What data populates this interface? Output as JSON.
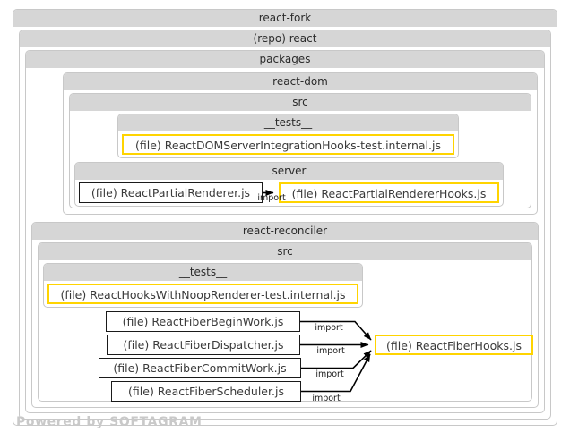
{
  "diagram": {
    "type": "dependency-graph",
    "watermark": "Powered by SOFTAGRAM",
    "edge_label": "import",
    "colors": {
      "group_header": "#d6d6d6",
      "group_border": "#c8c8c8",
      "highlight_border": "#ffd400",
      "plain_border": "#1a1a1a",
      "edge": "#000000",
      "watermark": "#c9c9c9"
    },
    "groups": [
      {
        "id": "react-fork",
        "label": "react-fork"
      },
      {
        "id": "repo-react",
        "label": "(repo) react"
      },
      {
        "id": "packages",
        "label": "packages"
      },
      {
        "id": "react-dom",
        "label": "react-dom"
      },
      {
        "id": "react-dom-src",
        "label": "src"
      },
      {
        "id": "react-dom-tests",
        "label": "__tests__"
      },
      {
        "id": "react-dom-server",
        "label": "server"
      },
      {
        "id": "react-reconciler",
        "label": "react-reconciler"
      },
      {
        "id": "reconciler-src",
        "label": "src"
      },
      {
        "id": "reconciler-tests",
        "label": "__tests__"
      }
    ],
    "nodes": [
      {
        "id": "n1",
        "label": "(file) ReactDOMServerIntegrationHooks-test.internal.js",
        "style": "highlight"
      },
      {
        "id": "n2",
        "label": "(file) ReactPartialRenderer.js",
        "style": "plain"
      },
      {
        "id": "n3",
        "label": "(file) ReactPartialRendererHooks.js",
        "style": "highlight"
      },
      {
        "id": "n4",
        "label": "(file) ReactHooksWithNoopRenderer-test.internal.js",
        "style": "highlight"
      },
      {
        "id": "n5",
        "label": "(file) ReactFiberBeginWork.js",
        "style": "plain"
      },
      {
        "id": "n6",
        "label": "(file) ReactFiberDispatcher.js",
        "style": "plain"
      },
      {
        "id": "n7",
        "label": "(file) ReactFiberCommitWork.js",
        "style": "plain"
      },
      {
        "id": "n8",
        "label": "(file) ReactFiberScheduler.js",
        "style": "plain"
      },
      {
        "id": "n9",
        "label": "(file) ReactFiberHooks.js",
        "style": "highlight"
      }
    ],
    "edges": [
      {
        "from": "n2",
        "to": "n3",
        "label": "import"
      },
      {
        "from": "n5",
        "to": "n9",
        "label": "import"
      },
      {
        "from": "n6",
        "to": "n9",
        "label": "import"
      },
      {
        "from": "n7",
        "to": "n9",
        "label": "import"
      },
      {
        "from": "n8",
        "to": "n9",
        "label": "import"
      }
    ]
  }
}
